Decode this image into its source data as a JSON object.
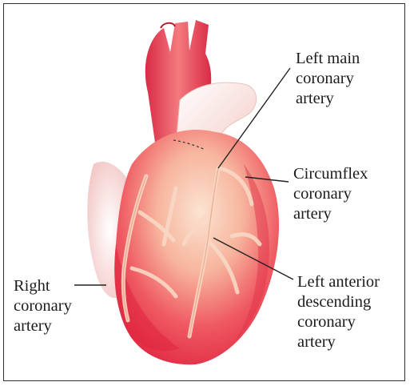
{
  "labels": {
    "left_main": [
      "Left main",
      "coronary",
      "artery"
    ],
    "circumflex": [
      "Circumflex",
      "coronary",
      "artery"
    ],
    "left_anterior": [
      "Left anterior",
      "descending",
      "coronary",
      "artery"
    ],
    "right": [
      "Right",
      "coronary",
      "artery"
    ]
  },
  "colors": {
    "heart_red": "#e8364a",
    "heart_light": "#f6b8a4",
    "aorta": "#e84b5b",
    "vessel": "#f8d6c6",
    "leader": "#222222"
  }
}
